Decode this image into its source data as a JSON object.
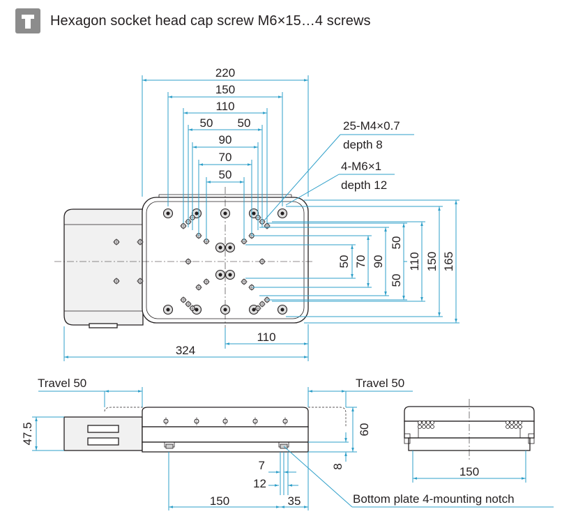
{
  "header": {
    "icon": "screw-icon",
    "title": "Hexagon socket head cap screw M6×15…4 screws"
  },
  "top_view": {
    "horizontal_dims": [
      "220",
      "150",
      "110",
      "50",
      "50",
      "90",
      "70",
      "50",
      "110",
      "324"
    ],
    "vertical_dims": [
      "50",
      "70",
      "90",
      "50",
      "50",
      "110",
      "150",
      "165"
    ],
    "callout_1_line1": "25-M4×0.7",
    "callout_1_line2": "depth 8",
    "callout_2_line1": "4-M6×1",
    "callout_2_line2": "depth 12"
  },
  "front_view": {
    "travel_left": "Travel 50",
    "travel_right": "Travel 50",
    "height_total": "47.5",
    "height_60": "60",
    "height_8": "8",
    "dim_7": "7",
    "dim_12": "12",
    "dim_150": "150",
    "dim_35": "35",
    "notch_label": "Bottom plate 4-mounting notch"
  },
  "side_view": {
    "width_dim": "150"
  }
}
